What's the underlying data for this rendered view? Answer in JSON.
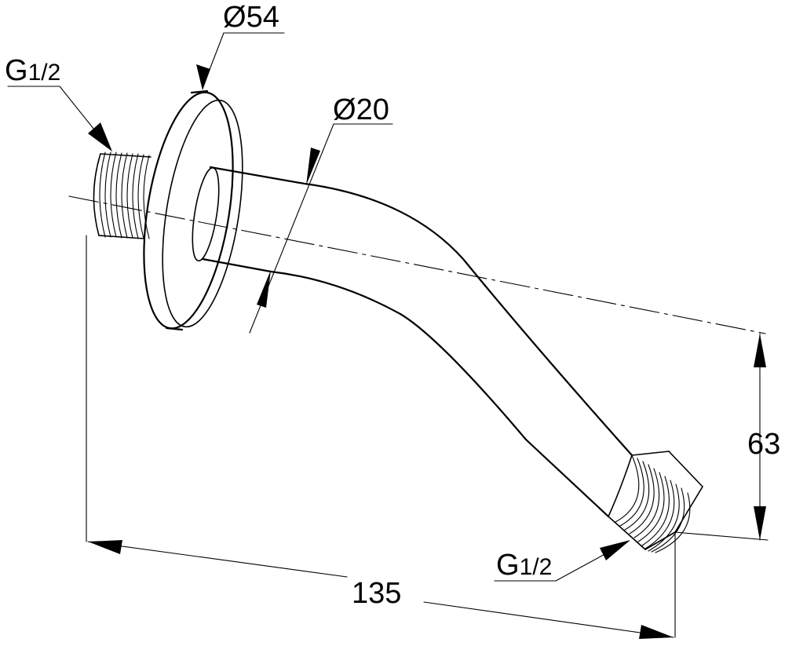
{
  "dimensions": {
    "flange_diameter": {
      "symbol": "Ø",
      "value": "54"
    },
    "pipe_diameter": {
      "symbol": "Ø",
      "value": "20"
    },
    "thread_inlet": {
      "letter": "G",
      "size": "1/2"
    },
    "thread_outlet": {
      "letter": "G",
      "size": "1/2"
    },
    "drop_height": "63",
    "projection_length": "135"
  },
  "colors": {
    "line": "#000000",
    "background": "#ffffff"
  }
}
